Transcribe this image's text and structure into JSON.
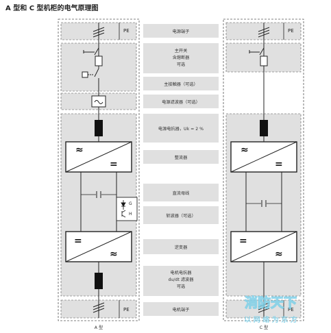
{
  "title": "A 型和 C 型机柜的电气原理图",
  "labels": [
    "电源端子",
    "主开关",
    "含熔断器",
    "可选",
    "主接触器（可选）",
    "电源滤波器（可选）",
    "电源电抗器，Uk = 2 %",
    "整流器",
    "直流母线",
    "斩波器（可选）",
    "逆变器",
    "电机电抗器",
    "du/dt 滤波器",
    "可选",
    "电机端子"
  ],
  "pe_label": "PE",
  "chopper_labels": {
    "g": "G",
    "h": "H"
  },
  "cabinet_labels": {
    "a": "A 型",
    "c": "C 型"
  },
  "watermark": {
    "line1": "消防天下",
    "line2": "以 网 络 为 东 方"
  },
  "colors": {
    "panel": "#e0e0e0",
    "line": "#222222",
    "dash": "#555555",
    "watermark": "#7fd0e8"
  }
}
